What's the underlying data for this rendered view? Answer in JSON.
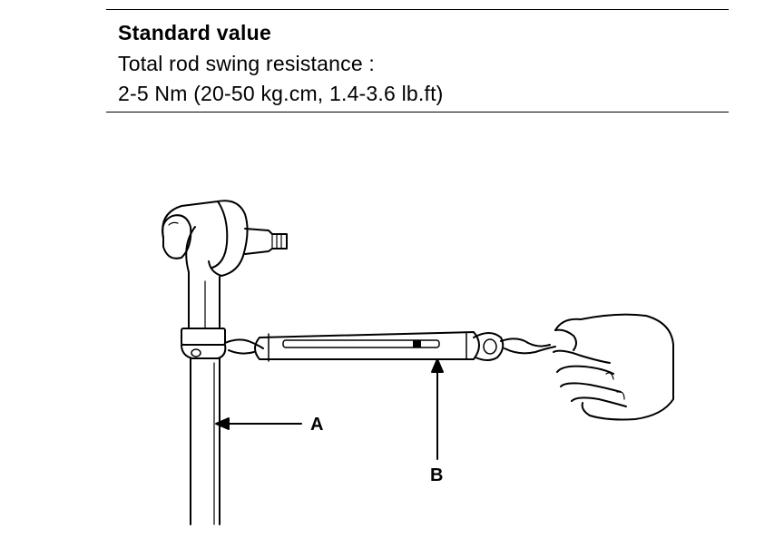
{
  "spec": {
    "title": "Standard value",
    "line1": "Total rod swing resistance :",
    "line2": "2-5 Nm (20-50 kg.cm, 1.4-3.6 lb.ft)"
  },
  "labels": {
    "a": "A",
    "b": "B"
  }
}
